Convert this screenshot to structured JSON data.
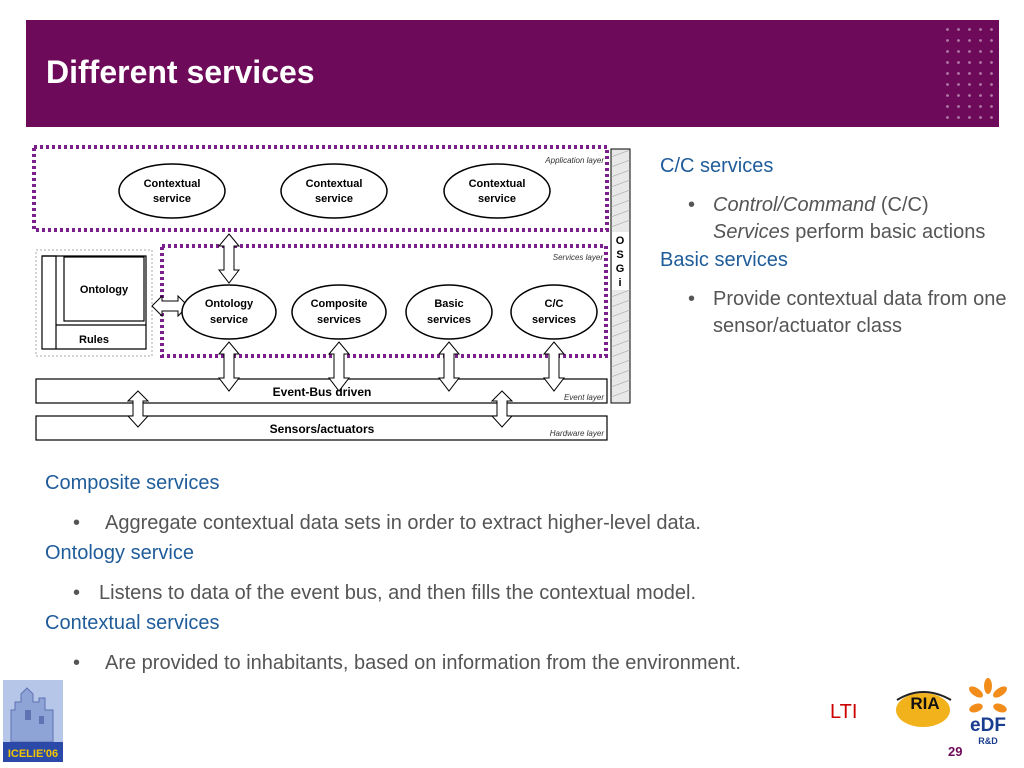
{
  "slide": {
    "title": "Different services",
    "page_number": "29"
  },
  "diagram": {
    "layers": {
      "application": "Application layer",
      "services": "Services layer",
      "event": "Event layer",
      "hardware": "Hardware layer"
    },
    "contextual_service_1": [
      "Contextual",
      "service"
    ],
    "contextual_service_2": [
      "Contextual",
      "service"
    ],
    "contextual_service_3": [
      "Contextual",
      "service"
    ],
    "ontology_service": [
      "Ontology",
      "service"
    ],
    "composite_services": [
      "Composite",
      "services"
    ],
    "basic_services": [
      "Basic",
      "services"
    ],
    "cc_services": [
      "C/C",
      "services"
    ],
    "ontology_box": "Ontology",
    "rules_box": "Rules",
    "event_bus": "Event-Bus driven",
    "sensors": "Sensors/actuators",
    "osgi": [
      "O",
      "S",
      "G",
      "i"
    ]
  },
  "right_column": {
    "cc_heading": "C/C services",
    "cc_bullet": {
      "part1": "Control/Command",
      "part2": " (C/C) ",
      "part3": "Services",
      "part4": " perform basic actions"
    },
    "basic_heading": "Basic services",
    "basic_bullet": "Provide contextual data from one sensor/actuator class"
  },
  "lower": {
    "composite_heading": "Composite services",
    "composite_bullet": "Aggregate contextual data sets in order to extract higher-level data.",
    "ontology_heading": "Ontology service",
    "ontology_bullet": "Listens to data of the event bus, and then fills the contextual model.",
    "contextual_heading": "Contextual services",
    "contextual_bullet": "Are provided to inhabitants, based on information from the environment."
  },
  "logos": {
    "icelie": "ICELIE'06",
    "lti": "LTI",
    "inria": "RIA",
    "edf": "eDF",
    "rd": "R&D"
  },
  "colors": {
    "header_bg": "#6e0a5a",
    "heading_blue": "#1f5c99",
    "layer_border": "#7b1f8c",
    "lti_red": "#cc0000"
  }
}
